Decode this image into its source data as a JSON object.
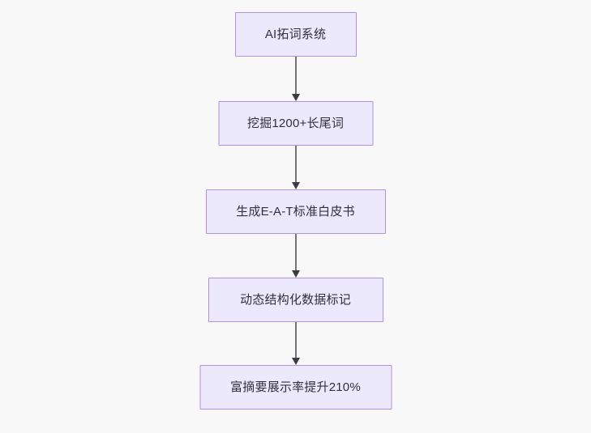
{
  "diagram": {
    "type": "flowchart",
    "orientation": "top-to-bottom",
    "background_color": "#f8f8f9",
    "node_fill_color": "#ece9fc",
    "node_border_color": "#ae93e0",
    "node_text_color": "#31313a",
    "edge_color": "#757575",
    "arrowhead_color": "#3b3b42",
    "nodes": [
      {
        "id": "n1",
        "label": "AI拓词系统"
      },
      {
        "id": "n2",
        "label": "挖掘1200+长尾词"
      },
      {
        "id": "n3",
        "label": "生成E-A-T标准白皮书"
      },
      {
        "id": "n4",
        "label": "动态结构化数据标记"
      },
      {
        "id": "n5",
        "label": "富摘要展示率提升210%"
      }
    ],
    "edges": [
      {
        "id": "e1",
        "from": "n1",
        "to": "n2",
        "label": ""
      },
      {
        "id": "e2",
        "from": "n2",
        "to": "n3",
        "label": ""
      },
      {
        "id": "e3",
        "from": "n3",
        "to": "n4",
        "label": ""
      },
      {
        "id": "e4",
        "from": "n4",
        "to": "n5",
        "label": ""
      }
    ]
  }
}
